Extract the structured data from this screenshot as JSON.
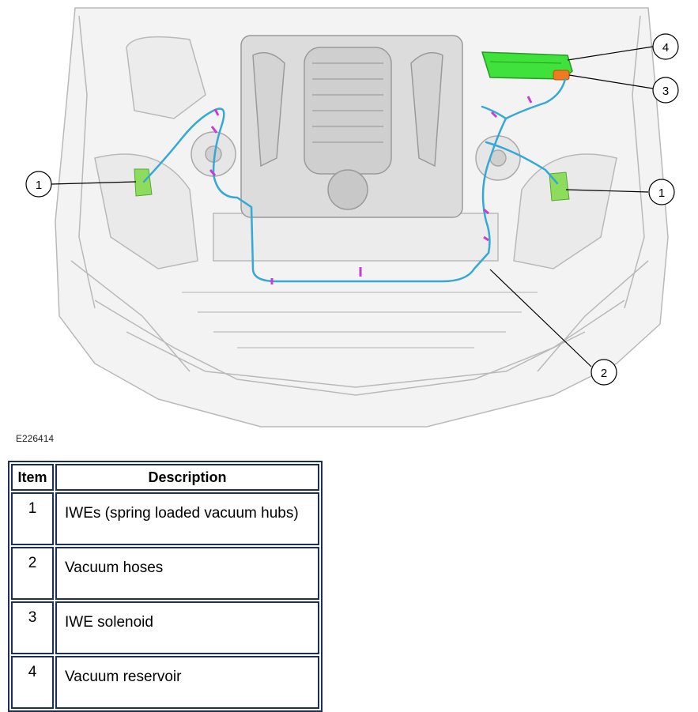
{
  "figure": {
    "id": "E226414",
    "callouts": [
      {
        "label": "1"
      },
      {
        "label": "1"
      },
      {
        "label": "2"
      },
      {
        "label": "3"
      },
      {
        "label": "4"
      }
    ]
  },
  "colors": {
    "vacuum_hose": "#35a8d6",
    "hose_clip": "#c83ecf",
    "reservoir_green": "#3fe23a",
    "solenoid_orange": "#f07a1e",
    "hub_green": "#8edc5c",
    "table_border": "#1c2f57"
  },
  "legend": {
    "headers": {
      "item": "Item",
      "description": "Description"
    },
    "rows": [
      {
        "item": "1",
        "description": "IWEs (spring loaded vacuum hubs)"
      },
      {
        "item": "2",
        "description": "Vacuum hoses"
      },
      {
        "item": "3",
        "description": "IWE solenoid"
      },
      {
        "item": "4",
        "description": "Vacuum reservoir"
      }
    ]
  }
}
